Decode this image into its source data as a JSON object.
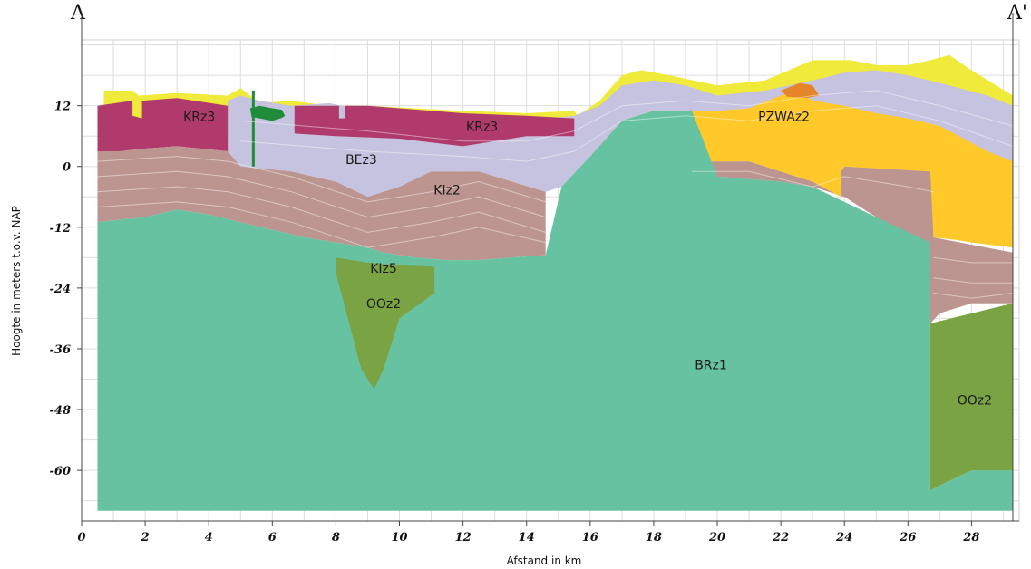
{
  "corner_labels": {
    "left": "A",
    "right": "A'"
  },
  "chart_data": {
    "type": "area",
    "title": "",
    "xlabel": "Afstand in km",
    "ylabel": "Hoogte in meters t.o.v. NAP",
    "xlim": [
      0,
      29.5
    ],
    "ylim": [
      -70,
      25
    ],
    "x_ticks": [
      0,
      2,
      4,
      6,
      8,
      10,
      12,
      14,
      16,
      18,
      20,
      22,
      24,
      26,
      28
    ],
    "y_ticks": [
      12,
      0,
      -12,
      -24,
      -36,
      -48,
      -60
    ],
    "grid": true,
    "legend": "none",
    "colors": {
      "BRz1": "#66c2a0",
      "OOz2": "#7aa443",
      "KIz": "#bc9590",
      "BEz3": "#c5c3df",
      "KRz3": "#b13a6c",
      "PZWAz2": "#ffc929",
      "top": "#f0ea3a",
      "orange": "#e58428",
      "green_patch": "#1f8c3a"
    },
    "units": [
      {
        "name": "BRz1",
        "label": "BRz1",
        "x": [
          0.5,
          2,
          3,
          4,
          5,
          6,
          7,
          8,
          9,
          9.5,
          10.5,
          11.5,
          12.5,
          13.5,
          14.6,
          15.1,
          16,
          17,
          18,
          19.2,
          20,
          22,
          23,
          25,
          26.7,
          26.7,
          27,
          28,
          29.3,
          29.3,
          0.5
        ],
        "y": [
          -11,
          -10,
          -8.5,
          -9.5,
          -11,
          -12.5,
          -14,
          -15,
          -16,
          -17,
          -18,
          -18.5,
          -18.5,
          -18,
          -17.5,
          -4,
          2,
          9,
          11,
          11,
          -2,
          -3,
          -4,
          -10,
          -15,
          -64,
          -63,
          -60,
          -60,
          -68,
          -68
        ]
      },
      {
        "name": "OOz2 (left)",
        "label": "OOz2",
        "x": [
          8,
          9,
          10,
          11.1,
          11.1,
          10,
          9.5,
          9.2,
          8.8,
          8
        ],
        "y": [
          -18,
          -19,
          -19.5,
          -19.8,
          -25,
          -30,
          -40,
          -44,
          -40,
          -21
        ]
      },
      {
        "name": "OOz2 (right)",
        "label": "OOz2",
        "x": [
          26.7,
          29.3,
          29.3,
          28,
          27,
          26.7
        ],
        "y": [
          -31,
          -27,
          -60,
          -60,
          -63,
          -64
        ]
      }
    ],
    "annotations": [
      {
        "text": "KRz3",
        "x": 3.7,
        "y": 9
      },
      {
        "text": "KRz3",
        "x": 12.6,
        "y": 7
      },
      {
        "text": "BEz3",
        "x": 8.8,
        "y": 0.5
      },
      {
        "text": "KIz2",
        "x": 11.5,
        "y": -5.5
      },
      {
        "text": "KIz5",
        "x": 9.5,
        "y": -21
      },
      {
        "text": "OOz2",
        "x": 9.5,
        "y": -28
      },
      {
        "text": "PZWAz2",
        "x": 22.1,
        "y": 9
      },
      {
        "text": "BRz1",
        "x": 19.8,
        "y": -40
      },
      {
        "text": "OOz2",
        "x": 28.1,
        "y": -47
      }
    ]
  }
}
